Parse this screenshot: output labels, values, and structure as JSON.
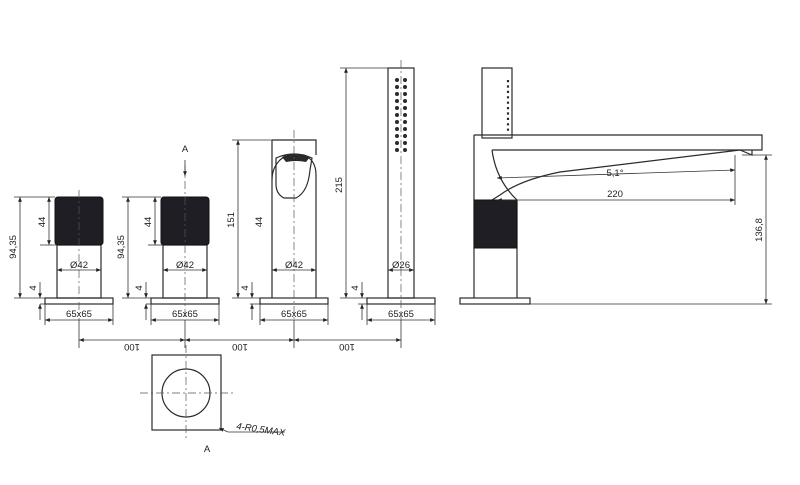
{
  "colors": {
    "line": "#2b2b2b",
    "knurl": "#1e1e24",
    "background": "#ffffff"
  },
  "dims": {
    "h_94_35": "94,35",
    "h_44": "44",
    "h_4": "4",
    "d42": "Ø42",
    "base": "65x65",
    "h_151": "151",
    "h_215": "215",
    "d26": "Ø26",
    "spacing": "100",
    "angle": "5,1°",
    "reach": "220",
    "h_136_8": "136,8",
    "radius": "4-R0,5MAX"
  },
  "view_label": "A"
}
